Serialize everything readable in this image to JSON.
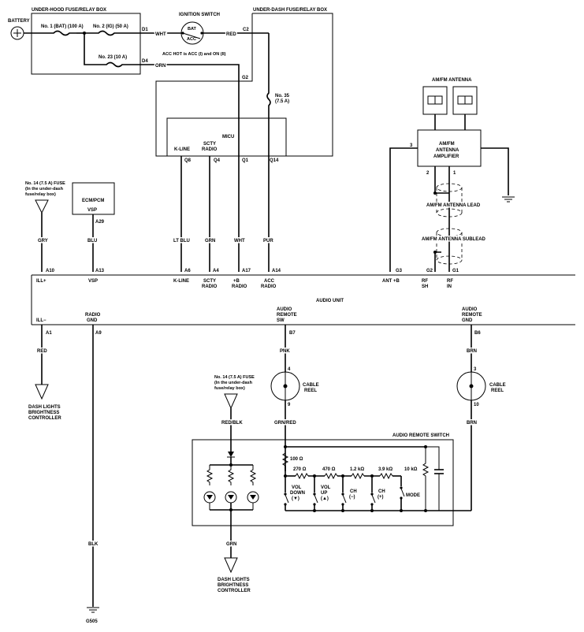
{
  "labels": {
    "battery": "BATTERY",
    "underhood_box": "UNDER-HOOD FUSE/RELAY BOX",
    "fuse1": "No. 1 (BAT) (100 A)",
    "fuse2": "No. 2 (IG) (50 A)",
    "fuse23": "No. 23 (10 A)",
    "d1": "D1",
    "d4": "D4",
    "wht": "WHT",
    "orn": "ORN",
    "ign_switch": "IGNITION SWITCH",
    "bat": "BAT",
    "acc": "ACC",
    "acc_hot": "ACC HOT is ACC (I) and ON (II)",
    "red": "RED",
    "c2": "C2",
    "g2": "G2",
    "underdash_box": "UNDER-DASH FUSE/RELAY BOX",
    "fuse35_a": "No. 35",
    "fuse35_b": "(7.5 A)",
    "micu": "MICU",
    "kline": "K-LINE",
    "scty_radio_1": "SCTY",
    "scty_radio_2": "RADIO",
    "q8": "Q8",
    "q4": "Q4",
    "q1": "Q1",
    "q14": "Q14",
    "fuse14_a": "No. 14 (7.5 A) FUSE",
    "fuse14_b": "(In the under-dash",
    "fuse14_c": "fuse/relay box)",
    "ecm": "ECM/PCM",
    "vsp": "VSP",
    "a29": "A29",
    "gry": "GRY",
    "blu": "BLU",
    "lt_blu": "LT BLU",
    "grn": "GRN",
    "pur": "PUR",
    "a10": "A10",
    "a13": "A13",
    "a6": "A6",
    "a4": "A4",
    "a17": "A17",
    "a14": "A14",
    "g3": "G3",
    "g2b": "G2",
    "g1": "G1",
    "ill_plus": "ILL+",
    "b_radio_1": "+B",
    "b_radio_2": "RADIO",
    "acc_radio_1": "ACC",
    "acc_radio_2": "RADIO",
    "ant_b": "ANT +B",
    "rf_sh_1": "RF",
    "rf_sh_2": "SH",
    "rf_in_1": "RF",
    "rf_in_2": "IN",
    "audio_unit": "AUDIO UNIT",
    "ill_minus": "ILL−",
    "radio_gnd_1": "RADIO",
    "radio_gnd_2": "GND",
    "a1": "A1",
    "a9": "A9",
    "ars_1": "AUDIO",
    "ars_2": "REMOTE",
    "ars_3": "SW",
    "arg_1": "AUDIO",
    "arg_2": "REMOTE",
    "arg_3": "GND",
    "b7": "B7",
    "b6": "B6",
    "pnk": "PNK",
    "brn": "BRN",
    "dash_ctrl_1": "DASH LIGHTS",
    "dash_ctrl_2": "BRIGHTNESS",
    "dash_ctrl_3": "CONTROLLER",
    "cable_reel_1": "CABLE",
    "cable_reel_2": "REEL",
    "pin4": "4",
    "pin9": "9",
    "pin3": "3",
    "pin10": "10",
    "pin3b": "3",
    "pin2": "2",
    "pin1": "1",
    "red_blk": "RED/BLK",
    "grn_red": "GRN/RED",
    "audio_remote_switch": "AUDIO REMOTE SWITCH",
    "r100": "100 Ω",
    "r270": "270 Ω",
    "r470": "470 Ω",
    "r1200": "1.2 kΩ",
    "r3900": "3.9 kΩ",
    "r10k": "10 kΩ",
    "vol_down_1": "VOL",
    "vol_down_2": "DOWN",
    "vol_down_3": "(▼)",
    "vol_up_1": "VOL",
    "vol_up_2": "UP",
    "vol_up_3": "(▲)",
    "ch_minus_1": "CH",
    "ch_minus_2": "(−)",
    "ch_plus_1": "CH",
    "ch_plus_2": "(+)",
    "mode": "MODE",
    "blk": "BLK",
    "g505": "G505",
    "am_fm_antenna": "AM/FM ANTENNA",
    "amp_1": "AM/FM",
    "amp_2": "ANTENNA",
    "amp_3": "AMPLIFIER",
    "ant_lead": "AM/FM ANTENNA LEAD",
    "ant_sublead": "AM/FM ANTENNA SUBLEAD"
  }
}
